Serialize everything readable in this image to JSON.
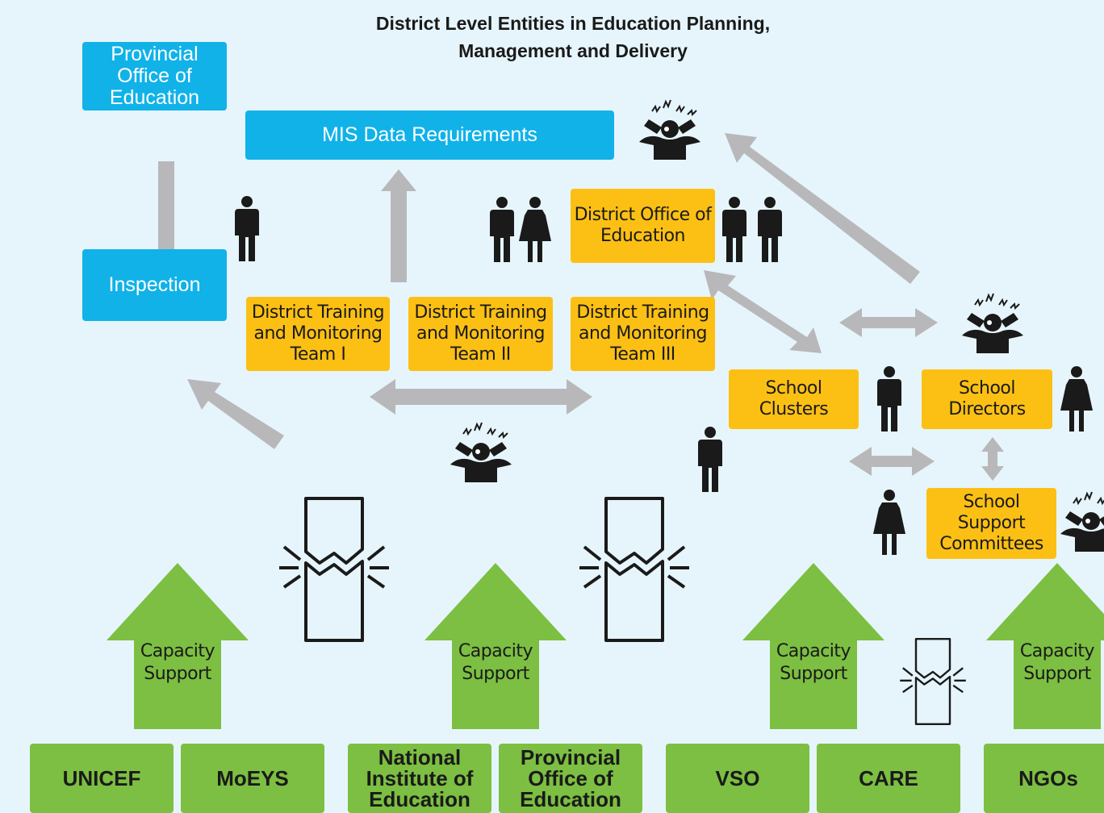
{
  "title": "District Level Entities in Education Planning,\nManagement and Delivery",
  "nodes": {
    "provincial_office": "Provincial\nOffice of\nEducation",
    "inspection": "Inspection",
    "mis": "MIS Data Requirements",
    "district_office": "District Office of\nEducation",
    "dtmt1": "District Training\nand Monitoring\nTeam I",
    "dtmt2": "District Training\nand Monitoring\nTeam II",
    "dtmt3": "District Training\nand Monitoring\nTeam III",
    "school_clusters": "School\nClusters",
    "school_directors": "School\nDirectors",
    "school_support": "School\nSupport\nCommittees"
  },
  "capacity_label": "Capacity\nSupport",
  "partners": {
    "unicef": "UNICEF",
    "moeys": "MoEYS",
    "nie": "National\nInstitute of\nEducation",
    "poe": "Provincial\nOffice of\nEducation",
    "vso": "VSO",
    "care": "CARE",
    "ngos": "NGOs"
  },
  "colors": {
    "background": "#e6f5fb",
    "blue": "#10b2e8",
    "yellow": "#fcc014",
    "green": "#7cbf42",
    "gray_arrow": "#b8b8bb",
    "icon": "#1a1a1a"
  },
  "icons": [
    "person-icon",
    "stressed-person-icon",
    "broken-link-icon"
  ]
}
